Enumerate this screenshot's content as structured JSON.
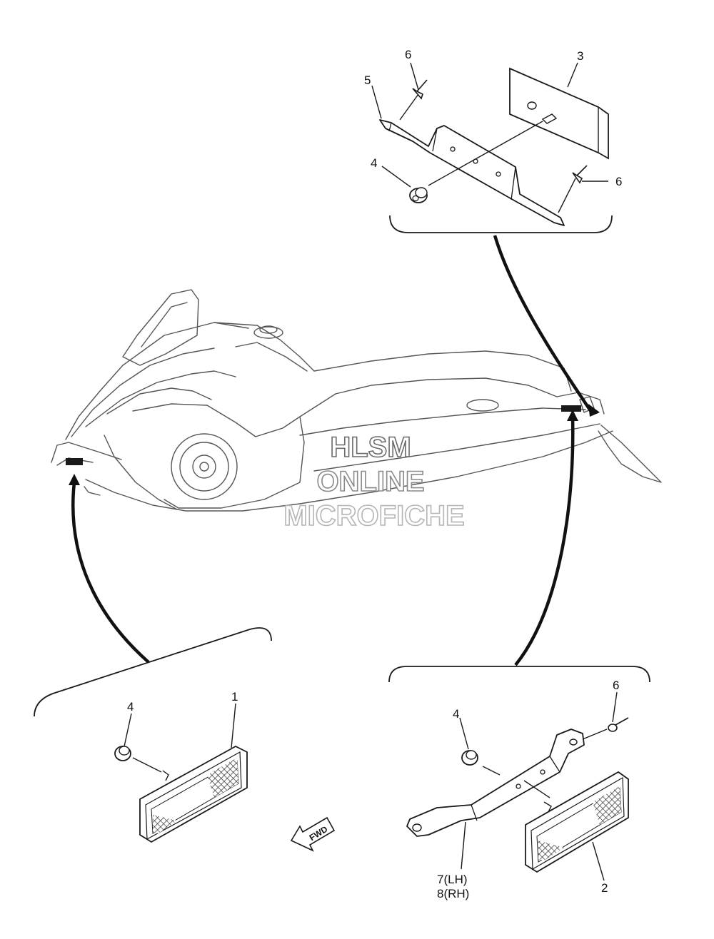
{
  "callouts": {
    "top_3": "3",
    "top_5": "5",
    "top_6a": "6",
    "top_6b": "6",
    "top_4": "4",
    "left_1": "1",
    "left_4": "4",
    "right_6": "6",
    "right_4": "4",
    "right_7": "7(LH)",
    "right_8": "8(RH)",
    "right_2": "2"
  },
  "fwd_label": "FWD",
  "watermark": {
    "line1": "HLSM",
    "line2": "ONLINE",
    "line3": "MICROFICHE"
  },
  "colors": {
    "line": "#1a1a1a",
    "sled_line": "#555555",
    "watermark_stroke": "#6b6b6b",
    "watermark_stroke_faint": "#b5b5b5"
  }
}
